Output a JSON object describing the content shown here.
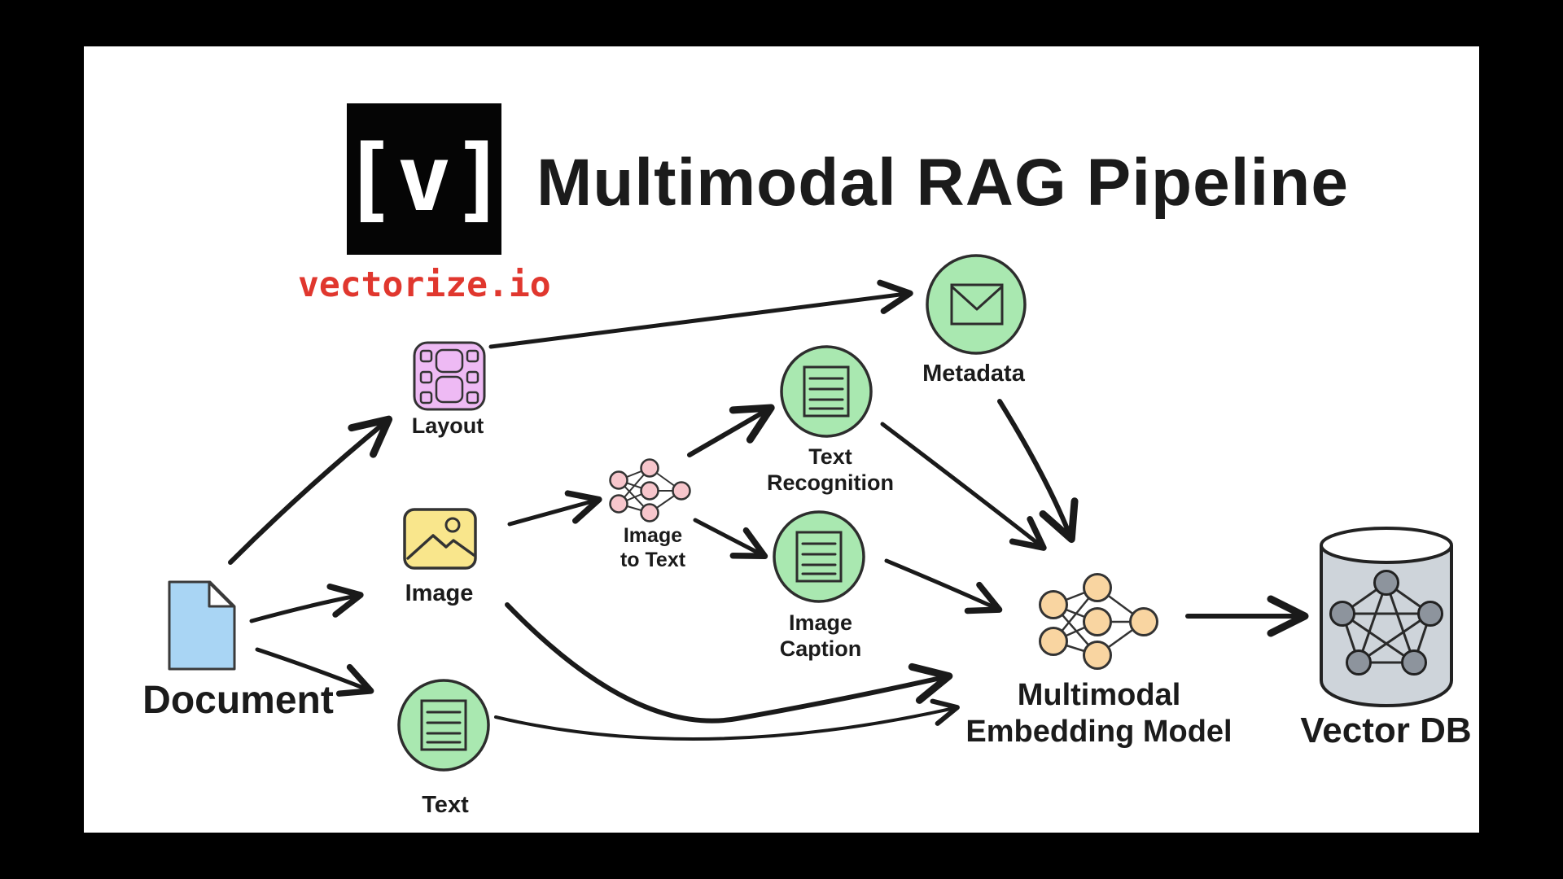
{
  "header": {
    "logo_text": "[v]",
    "title": "Multimodal RAG Pipeline",
    "brand": "vectorize.io"
  },
  "colors": {
    "background": "#000000",
    "canvas": "#ffffff",
    "ink": "#1b1b1b",
    "brand-red": "#e0372e",
    "doc-blue": "#a9d5f4",
    "layout-purple": "#eebaf4",
    "image-yellow": "#f9e68c",
    "node-green": "#a9e8b0",
    "net-pink": "#f7c6cc",
    "net-orange": "#f9d5a1",
    "db-gray": "#ced4da",
    "db-node-gray": "#8d949d"
  },
  "nodes": {
    "document": {
      "label": "Document"
    },
    "layout": {
      "label": "Layout"
    },
    "image": {
      "label": "Image"
    },
    "text": {
      "label": "Text"
    },
    "image_to_text": {
      "line1": "Image",
      "line2": "to Text"
    },
    "metadata": {
      "label": "Metadata"
    },
    "text_recognition": {
      "line1": "Text",
      "line2": "Recognition"
    },
    "image_caption": {
      "line1": "Image",
      "line2": "Caption"
    },
    "embedding_model": {
      "line1": "Multimodal",
      "line2": "Embedding Model"
    },
    "vector_db": {
      "label": "Vector DB"
    }
  },
  "edges": [
    {
      "from": "Document",
      "to": "Layout"
    },
    {
      "from": "Document",
      "to": "Image"
    },
    {
      "from": "Document",
      "to": "Text"
    },
    {
      "from": "Layout",
      "to": "Metadata"
    },
    {
      "from": "Image",
      "to": "Image to Text"
    },
    {
      "from": "Image to Text",
      "to": "Text Recognition"
    },
    {
      "from": "Image to Text",
      "to": "Image Caption"
    },
    {
      "from": "Text Recognition",
      "to": "Multimodal Embedding Model"
    },
    {
      "from": "Metadata",
      "to": "Multimodal Embedding Model"
    },
    {
      "from": "Image Caption",
      "to": "Multimodal Embedding Model"
    },
    {
      "from": "Image",
      "to": "Multimodal Embedding Model"
    },
    {
      "from": "Text",
      "to": "Multimodal Embedding Model"
    },
    {
      "from": "Multimodal Embedding Model",
      "to": "Vector DB"
    }
  ]
}
